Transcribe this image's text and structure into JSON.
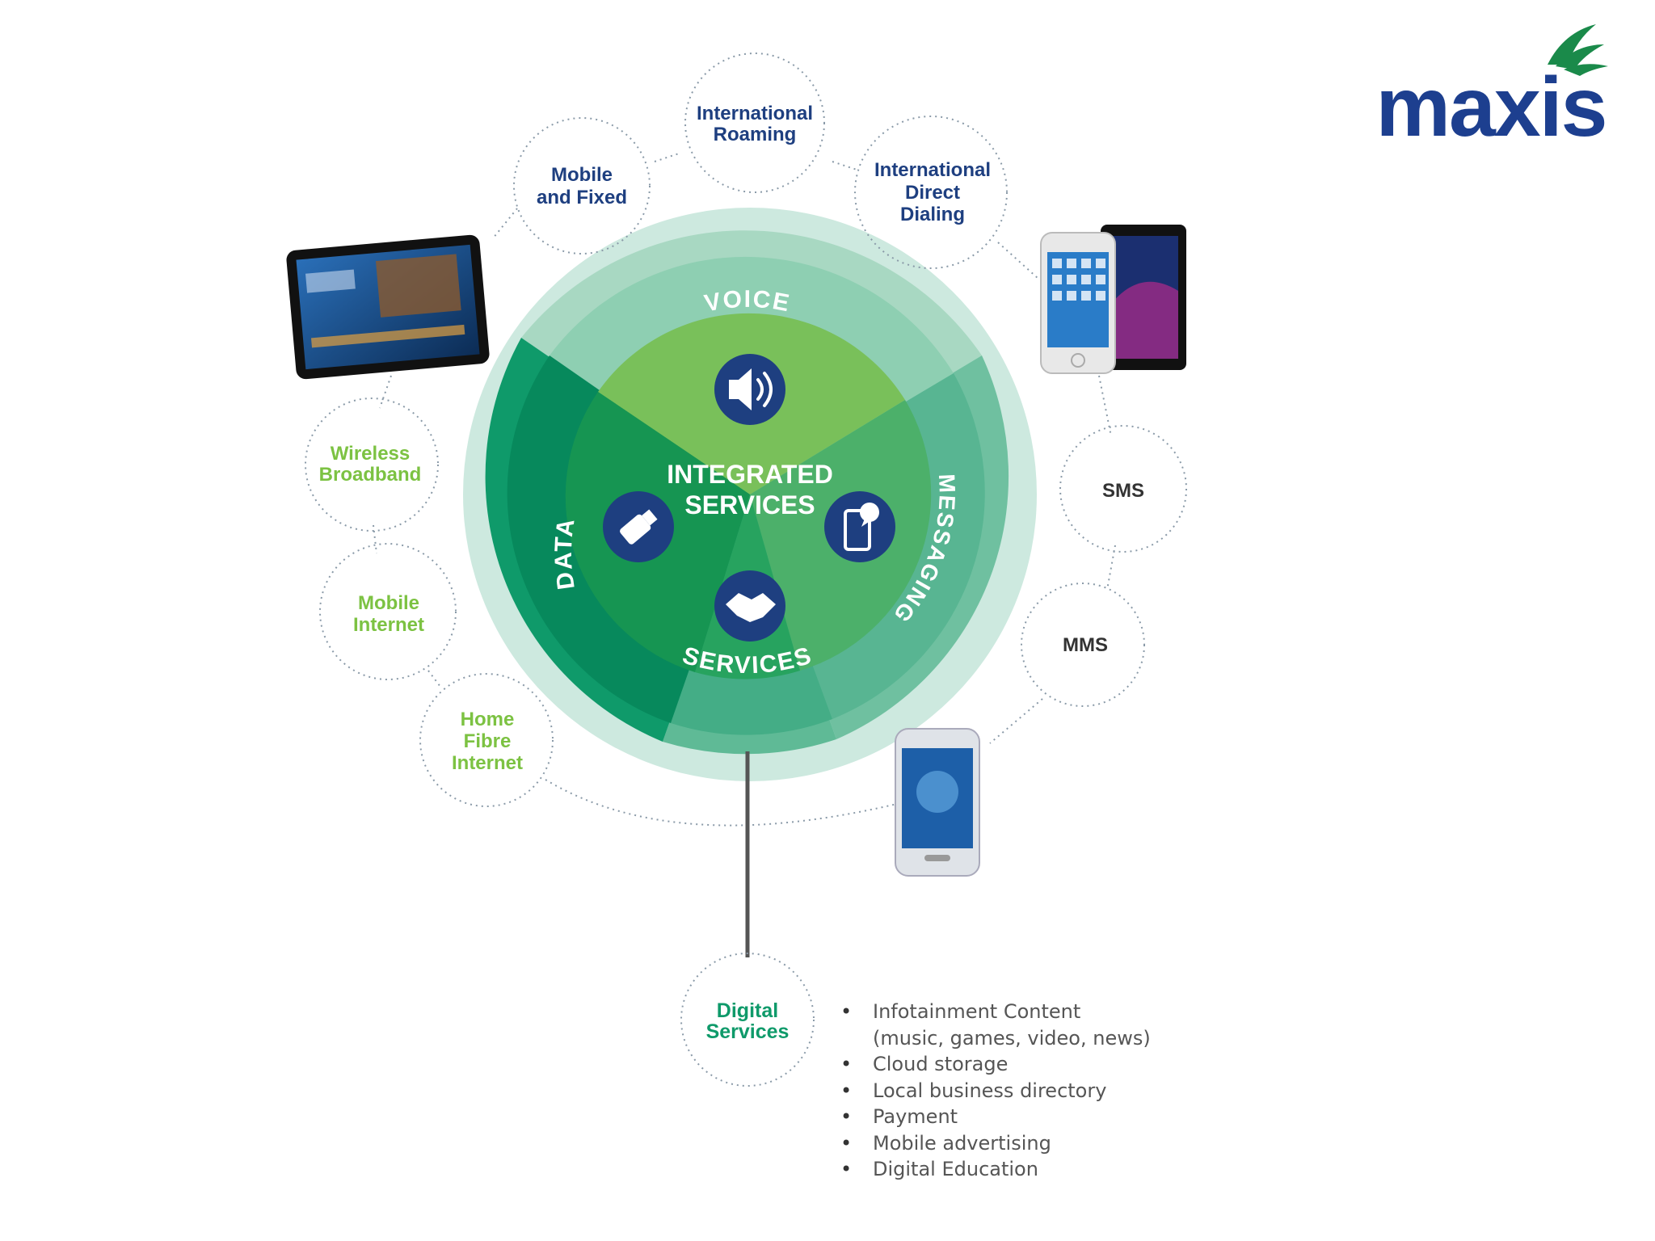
{
  "logo": {
    "text": "maxis"
  },
  "center": {
    "line1": "INTEGRATED",
    "line2": "SERVICES"
  },
  "segments": {
    "voice": "VOICE",
    "messaging": "MESSAGING",
    "services": "SERVICES",
    "data": "DATA"
  },
  "nodes": {
    "international_roaming": [
      "International",
      "Roaming"
    ],
    "mobile_and_fixed": [
      "Mobile",
      "and Fixed"
    ],
    "international_direct_dialing": [
      "International",
      "Direct",
      "Dialing"
    ],
    "sms": [
      "SMS"
    ],
    "mms": [
      "MMS"
    ],
    "wireless_broadband": [
      "Wireless",
      "Broadband"
    ],
    "mobile_internet": [
      "Mobile",
      "Internet"
    ],
    "home_fibre_internet": [
      "Home",
      "Fibre",
      "Internet"
    ],
    "digital_services": [
      "Digital",
      "Services"
    ]
  },
  "digital_services_list": [
    "Infotainment Content",
    "(music, games, video, news)",
    "Cloud storage",
    "Local business directory",
    "Payment",
    "Mobile advertising",
    "Digital Education"
  ],
  "icons": [
    "speaker-icon",
    "phone-message-icon",
    "handshake-icon",
    "usb-modem-icon",
    "tablet-icon",
    "smartphones-icon",
    "smartphone-icon",
    "maxis-leaf-icon"
  ],
  "colors": {
    "dark_green": "#0a8a5a",
    "mid_green": "#1ea56a",
    "light_green": "#7dc25a",
    "pale_green": "#6fc0a0",
    "navy": "#1e3f80",
    "label_green": "#7cc242",
    "brand_blue": "#1d3f8f"
  }
}
